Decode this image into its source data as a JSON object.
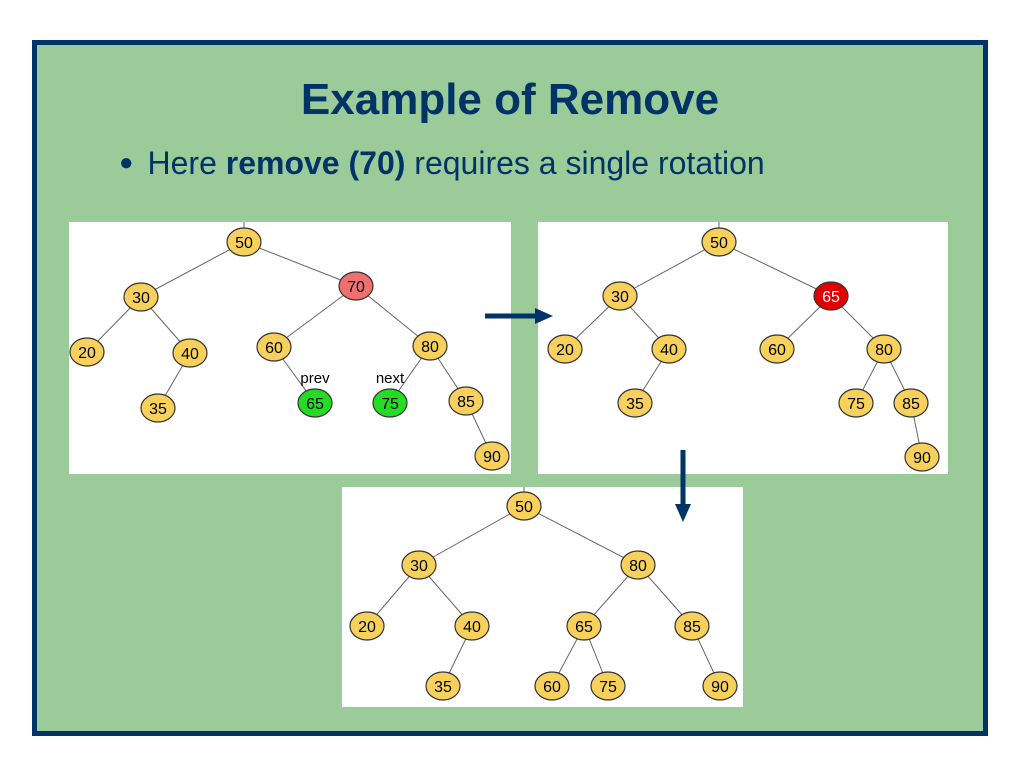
{
  "colors": {
    "background": "#9ccb9a",
    "border": "#003366",
    "text": "#003366",
    "node_fill": "#f7d15c",
    "node_stroke": "#333333",
    "highlight_red_light": "#f07070",
    "highlight_red_dark": "#e00000",
    "highlight_green": "#22dd22",
    "arrow": "#003366"
  },
  "slide": {
    "title": "Example of Remove",
    "bullet": {
      "prefix": "Here ",
      "bold": "remove (70)",
      "suffix": " requires a single rotation"
    }
  },
  "trees": [
    {
      "id": "before",
      "nodes": [
        {
          "id": "n50",
          "label": "50",
          "style": "normal"
        },
        {
          "id": "n30",
          "label": "30",
          "style": "normal"
        },
        {
          "id": "n70",
          "label": "70",
          "style": "red-light"
        },
        {
          "id": "n20",
          "label": "20",
          "style": "normal"
        },
        {
          "id": "n40",
          "label": "40",
          "style": "normal"
        },
        {
          "id": "n35",
          "label": "35",
          "style": "normal"
        },
        {
          "id": "n60",
          "label": "60",
          "style": "normal"
        },
        {
          "id": "n80",
          "label": "80",
          "style": "normal"
        },
        {
          "id": "n65",
          "label": "65",
          "style": "green"
        },
        {
          "id": "n75",
          "label": "75",
          "style": "green"
        },
        {
          "id": "n85",
          "label": "85",
          "style": "normal"
        },
        {
          "id": "n90",
          "label": "90",
          "style": "normal"
        }
      ],
      "edges": [
        [
          "n50",
          "n30"
        ],
        [
          "n50",
          "n70"
        ],
        [
          "n30",
          "n20"
        ],
        [
          "n30",
          "n40"
        ],
        [
          "n40",
          "n35"
        ],
        [
          "n70",
          "n60"
        ],
        [
          "n70",
          "n80"
        ],
        [
          "n60",
          "n65"
        ],
        [
          "n80",
          "n75"
        ],
        [
          "n80",
          "n85"
        ],
        [
          "n85",
          "n90"
        ]
      ],
      "annotations": [
        {
          "node": "n65",
          "text": "prev"
        },
        {
          "node": "n75",
          "text": "next"
        }
      ]
    },
    {
      "id": "intermediate",
      "nodes": [
        {
          "id": "n50",
          "label": "50",
          "style": "normal"
        },
        {
          "id": "n30",
          "label": "30",
          "style": "normal"
        },
        {
          "id": "n65",
          "label": "65",
          "style": "red-dark"
        },
        {
          "id": "n20",
          "label": "20",
          "style": "normal"
        },
        {
          "id": "n40",
          "label": "40",
          "style": "normal"
        },
        {
          "id": "n35",
          "label": "35",
          "style": "normal"
        },
        {
          "id": "n60",
          "label": "60",
          "style": "normal"
        },
        {
          "id": "n80",
          "label": "80",
          "style": "normal"
        },
        {
          "id": "n75",
          "label": "75",
          "style": "normal"
        },
        {
          "id": "n85",
          "label": "85",
          "style": "normal"
        },
        {
          "id": "n90",
          "label": "90",
          "style": "normal"
        }
      ],
      "edges": [
        [
          "n50",
          "n30"
        ],
        [
          "n50",
          "n65"
        ],
        [
          "n30",
          "n20"
        ],
        [
          "n30",
          "n40"
        ],
        [
          "n40",
          "n35"
        ],
        [
          "n65",
          "n60"
        ],
        [
          "n65",
          "n80"
        ],
        [
          "n80",
          "n75"
        ],
        [
          "n80",
          "n85"
        ],
        [
          "n85",
          "n90"
        ]
      ],
      "annotations": []
    },
    {
      "id": "after",
      "nodes": [
        {
          "id": "n50",
          "label": "50",
          "style": "normal"
        },
        {
          "id": "n30",
          "label": "30",
          "style": "normal"
        },
        {
          "id": "n80",
          "label": "80",
          "style": "normal"
        },
        {
          "id": "n20",
          "label": "20",
          "style": "normal"
        },
        {
          "id": "n40",
          "label": "40",
          "style": "normal"
        },
        {
          "id": "n35",
          "label": "35",
          "style": "normal"
        },
        {
          "id": "n65",
          "label": "65",
          "style": "normal"
        },
        {
          "id": "n85",
          "label": "85",
          "style": "normal"
        },
        {
          "id": "n60",
          "label": "60",
          "style": "normal"
        },
        {
          "id": "n75",
          "label": "75",
          "style": "normal"
        },
        {
          "id": "n90",
          "label": "90",
          "style": "normal"
        }
      ],
      "edges": [
        [
          "n50",
          "n30"
        ],
        [
          "n50",
          "n80"
        ],
        [
          "n30",
          "n20"
        ],
        [
          "n30",
          "n40"
        ],
        [
          "n40",
          "n35"
        ],
        [
          "n80",
          "n65"
        ],
        [
          "n80",
          "n85"
        ],
        [
          "n65",
          "n60"
        ],
        [
          "n65",
          "n75"
        ],
        [
          "n85",
          "n90"
        ]
      ],
      "annotations": []
    }
  ]
}
